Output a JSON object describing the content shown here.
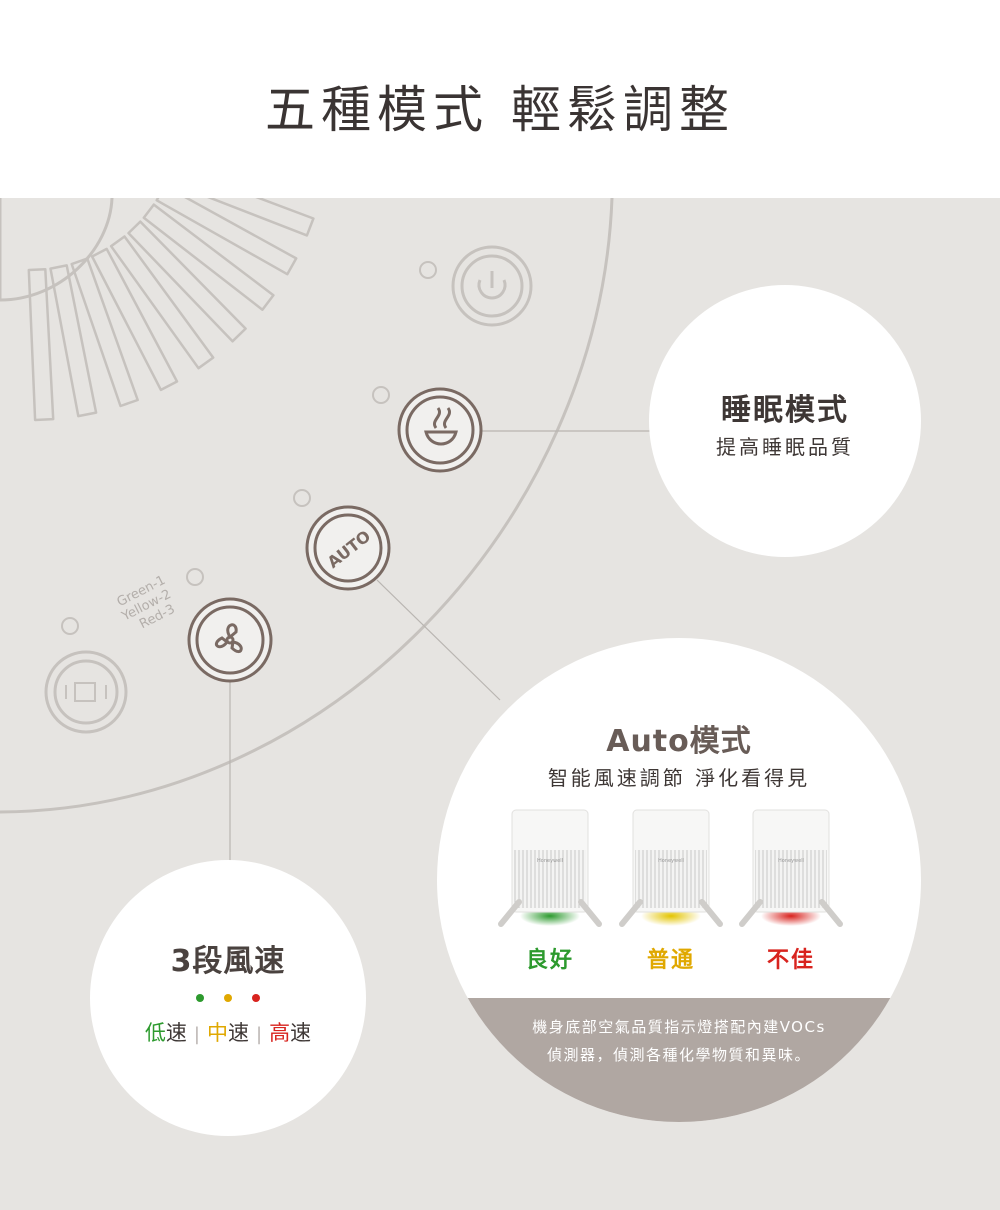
{
  "page_title": "五種模式  輕鬆調整",
  "panel_labels": {
    "filter_legend": [
      "Green-1",
      "Yellow-2",
      "Red-3"
    ],
    "auto_button_text": "AUTO"
  },
  "sleep_mode": {
    "title": "睡眠模式",
    "subtitle": "提高睡眠品質"
  },
  "auto_mode": {
    "title": "Auto模式",
    "subtitle": "智能風速調節  淨化看得見",
    "brand": "Honeywell",
    "air_quality": [
      {
        "label": "良好",
        "color": "#2d9a2e"
      },
      {
        "label": "普通",
        "color": "#e0a800"
      },
      {
        "label": "不佳",
        "color": "#d8231e"
      }
    ],
    "note_line1": "機身底部空氣品質指示燈搭配內建VOCs",
    "note_line2": "偵測器，偵測各種化學物質和異味。"
  },
  "fan_speed": {
    "title": "3段風速",
    "levels": [
      {
        "label_hi": "低",
        "label_rest": "速",
        "color": "#2d9a2e"
      },
      {
        "label_hi": "中",
        "label_rest": "速",
        "color": "#e0a800"
      },
      {
        "label_hi": "高",
        "label_rest": "速",
        "color": "#d8231e"
      }
    ]
  },
  "colors": {
    "icon_brown": "#7a6a63",
    "line_gray": "#b9b5b1",
    "band": "#b0a7a2"
  }
}
